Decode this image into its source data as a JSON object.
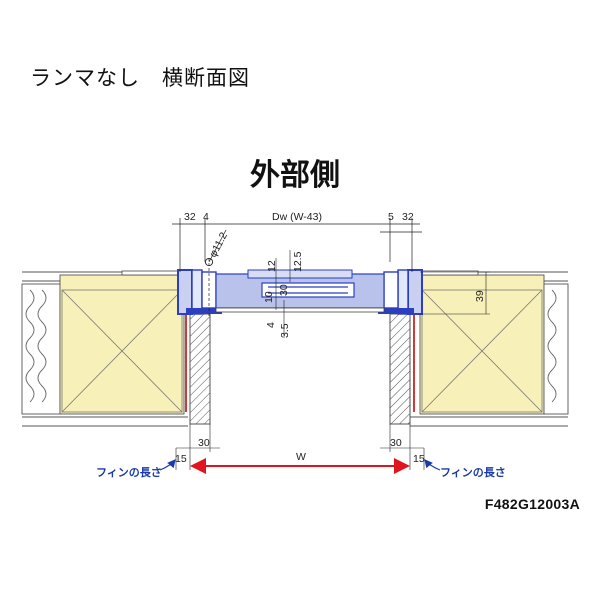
{
  "title": "ランマなし　横断面図",
  "side_label": "外部側",
  "drawing_code": "F482G12003A",
  "dimensions": {
    "top_left_32": "32",
    "top_left_4": "4",
    "top_width": "Dw (W-43)",
    "top_right_5": "5",
    "top_right_32": "32",
    "hole_dia": "φ11.2",
    "v_12": "12",
    "v_12_5": "12.5",
    "v_10": "10",
    "v_30": "30",
    "v_4": "4",
    "v_3_5": "3.5",
    "right_39": "39",
    "bottom_left_30": "30",
    "bottom_right_30": "30",
    "fin_left_15": "15",
    "fin_right_15": "15",
    "width_W": "W"
  },
  "notes": {
    "fin_length_left": "フィンの長さ",
    "fin_length_right": "フィンの長さ"
  },
  "colors": {
    "insulation_fill": "#f7f0b8",
    "frame_blue": "#2b3fbf",
    "glass_fill": "#b9c2ea",
    "width_arrow": "#e0141e",
    "note_blue": "#1a3aa8",
    "seal_red": "#d23a3a"
  }
}
